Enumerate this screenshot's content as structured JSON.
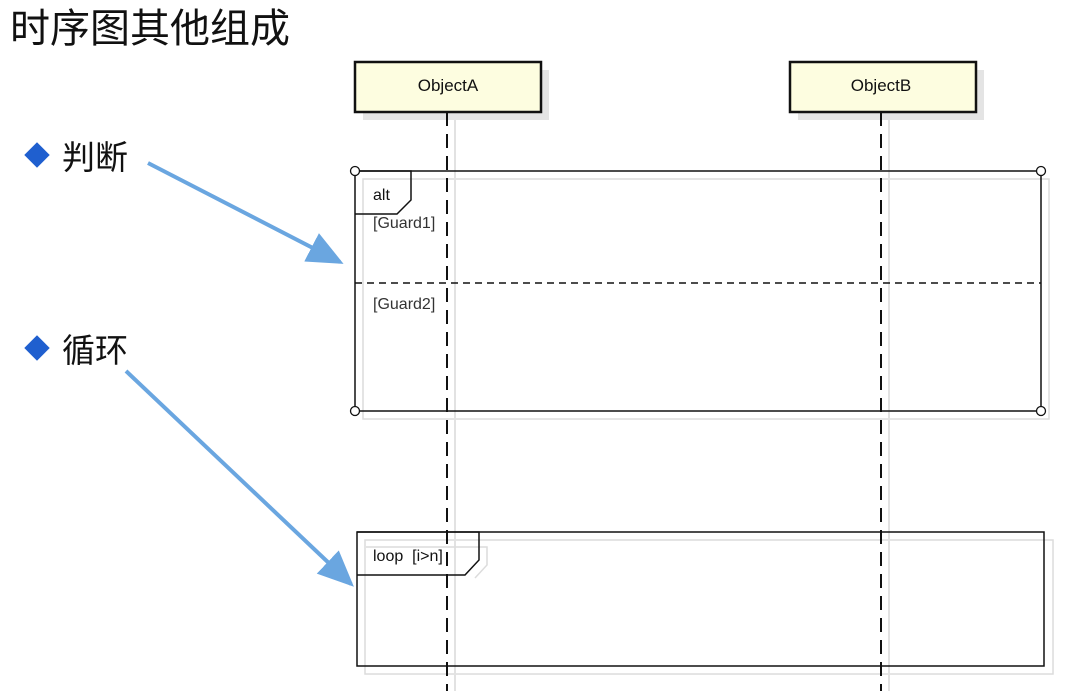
{
  "slide": {
    "title": "时序图其他组成",
    "bullets": [
      {
        "label": "判断"
      },
      {
        "label": "循环"
      }
    ]
  },
  "diagram": {
    "lifelines": [
      {
        "name": "ObjectA"
      },
      {
        "name": "ObjectB"
      }
    ],
    "alt_fragment": {
      "operator": "alt",
      "guards": [
        "[Guard1]",
        "[Guard2]"
      ]
    },
    "loop_fragment": {
      "operator": "loop  [i>n]"
    }
  },
  "colors": {
    "lifeline_fill": "#fdfde0",
    "bullet_diamond": "#1f5fcf",
    "arrow": "#6aa6e0"
  }
}
